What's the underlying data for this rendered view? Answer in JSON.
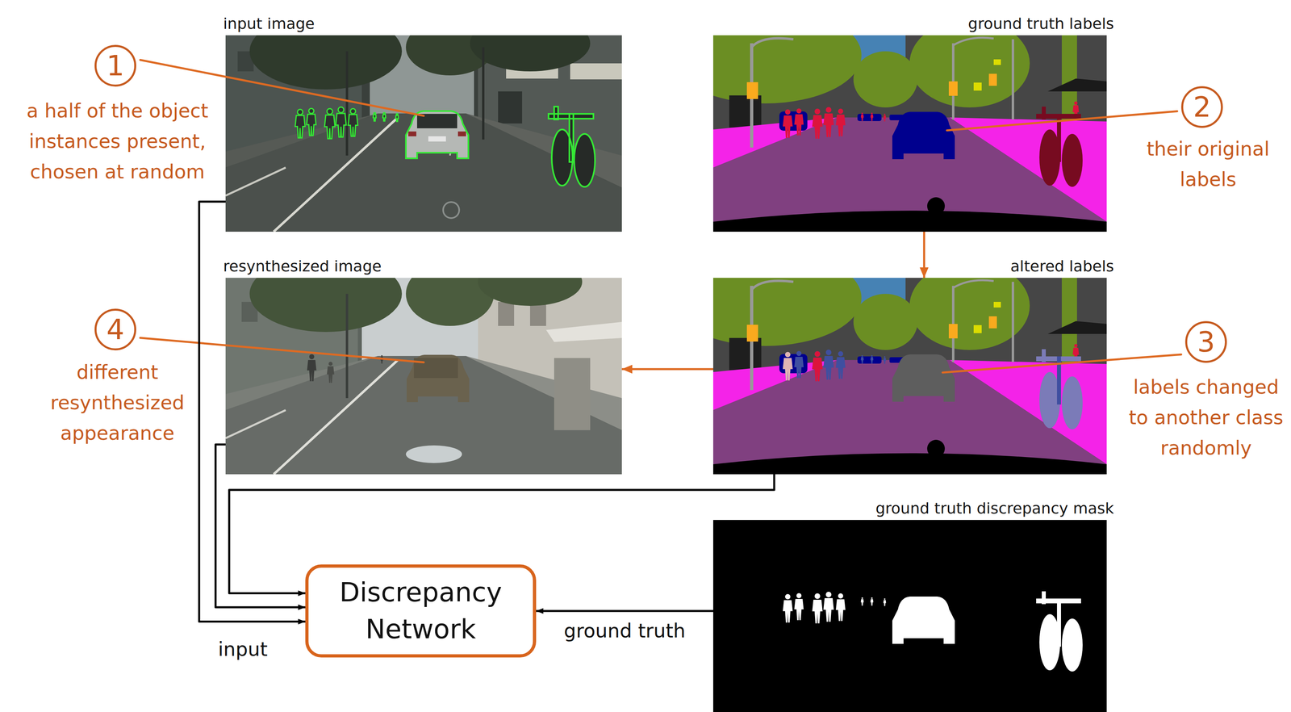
{
  "diagram": {
    "nodes": [
      {
        "text": [
          "1",
          "a half of the object instances present, chosen at random"
        ]
      },
      {
        "text": [
          "input image"
        ]
      },
      {
        "text": [
          "ground truth labels"
        ]
      },
      {
        "text": [
          "2",
          "their original labels"
        ]
      },
      {
        "text": [
          "resynthesized image"
        ]
      },
      {
        "text": [
          "altered labels"
        ]
      },
      {
        "text": [
          "4",
          "different resynthesized appearance"
        ]
      },
      {
        "text": [
          "3",
          "labels changed to another class randomly"
        ]
      },
      {
        "text": [
          "ground truth discrepancy mask"
        ]
      },
      {
        "text": [
          "Discrepancy Network"
        ]
      }
    ],
    "edges": [
      {
        "from": 0,
        "to": 1,
        "arrow": "none"
      },
      {
        "from": 3,
        "to": 2,
        "arrow": "none"
      },
      {
        "from": 2,
        "to": 5,
        "arrow": "to"
      },
      {
        "from": 5,
        "to": 4,
        "arrow": "to"
      },
      {
        "from": 6,
        "to": 4,
        "arrow": "none"
      },
      {
        "from": 7,
        "to": 5,
        "arrow": "none"
      },
      {
        "from": 1,
        "to": 9,
        "arrow": "to"
      },
      {
        "from": 4,
        "to": 9,
        "arrow": "to"
      },
      {
        "from": 5,
        "to": 9,
        "arrow": "to"
      },
      {
        "from": 8,
        "to": 9,
        "label": "ground truth",
        "arrow": "to"
      }
    ],
    "labels": [
      "input"
    ]
  }
}
